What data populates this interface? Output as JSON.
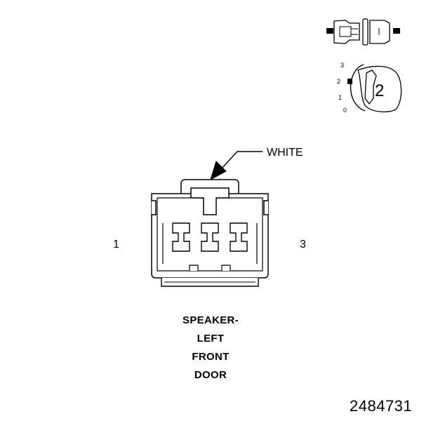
{
  "connector": {
    "color_label": "WHITE",
    "pin_left": "1",
    "pin_right": "3",
    "name_lines": [
      "SPEAKER-",
      "LEFT",
      "FRONT",
      "DOOR"
    ]
  },
  "reference_number": "2484731",
  "view_icon": {
    "index_marks": [
      "3",
      "2",
      "1",
      "0"
    ],
    "view_number": "2"
  },
  "colors": {
    "line": "#000000",
    "fill": "#ffffff"
  }
}
